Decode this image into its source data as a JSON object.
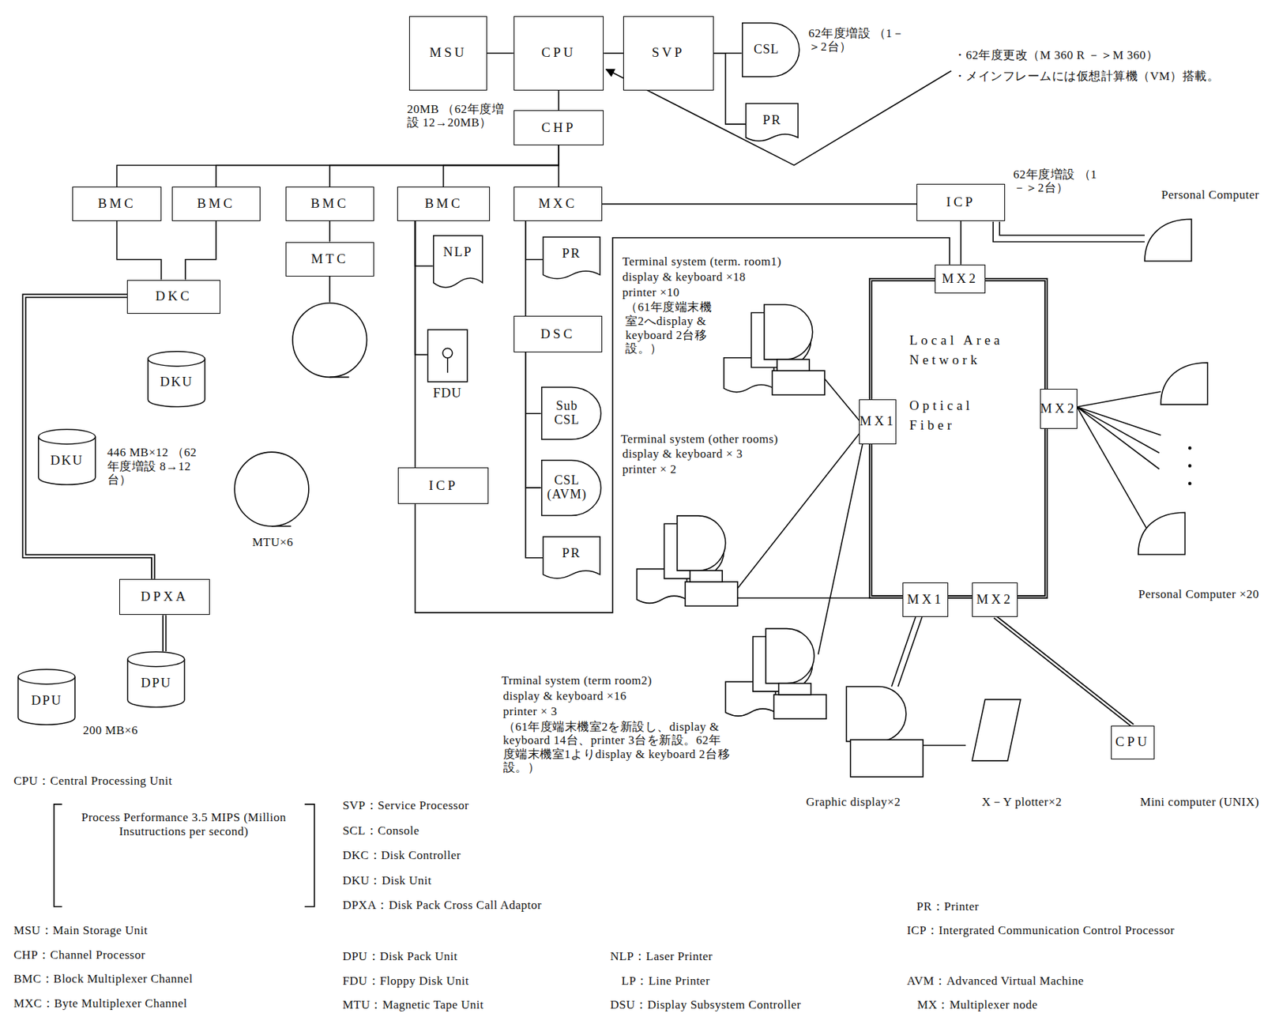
{
  "diagram": {
    "nodes": [
      {
        "text": [
          "MSU"
        ]
      },
      {
        "text": [
          "CPU"
        ]
      },
      {
        "text": [
          "SVP"
        ]
      },
      {
        "text": [
          "CSL"
        ]
      },
      {
        "text": [
          "PR"
        ]
      },
      {
        "text": [
          "CHP"
        ]
      },
      {
        "text": [
          "BMC"
        ]
      },
      {
        "text": [
          "BMC"
        ]
      },
      {
        "text": [
          "BMC"
        ]
      },
      {
        "text": [
          "BMC"
        ]
      },
      {
        "text": [
          "MXC"
        ]
      },
      {
        "text": [
          "ICP"
        ]
      },
      {
        "text": [
          "MTC"
        ]
      },
      {
        "text": [
          "DKC"
        ]
      },
      {
        "text": [
          "DKU"
        ]
      },
      {
        "text": [
          "NLP"
        ]
      },
      {
        "text": [
          "PR"
        ]
      },
      {
        "text": [
          "DSC"
        ]
      },
      {
        "text": [
          "FDU"
        ]
      },
      {
        "text": [
          "Sub CSL"
        ]
      },
      {
        "text": [
          "DKU"
        ]
      },
      {
        "text": [
          "CSL (AVM)"
        ]
      },
      {
        "text": [
          "ICP"
        ]
      },
      {
        "text": [
          "PR"
        ]
      },
      {
        "text": [
          "DPXA"
        ]
      },
      {
        "text": [
          "DPU"
        ]
      },
      {
        "text": [
          "DPU"
        ]
      },
      {
        "text": [
          "Local Area Network",
          "Optical Fiber"
        ]
      },
      {
        "text": [
          "MX2"
        ]
      },
      {
        "text": [
          "MX1"
        ]
      },
      {
        "text": [
          "MX2"
        ]
      },
      {
        "text": [
          "MX1"
        ]
      },
      {
        "text": [
          "MX2"
        ]
      },
      {
        "text": [
          "CPU"
        ]
      }
    ],
    "edges": [
      {
        "from": 0,
        "to": 1,
        "arrow": "none"
      },
      {
        "from": 1,
        "to": 2,
        "arrow": "none"
      },
      {
        "from": 2,
        "to": 3,
        "arrow": "none"
      },
      {
        "from": 2,
        "to": 4,
        "arrow": "none"
      },
      {
        "from": 1,
        "to": 5,
        "arrow": "none"
      },
      {
        "from": 5,
        "to": 6,
        "arrow": "none"
      },
      {
        "from": 5,
        "to": 7,
        "arrow": "none"
      },
      {
        "from": 5,
        "to": 8,
        "arrow": "none"
      },
      {
        "from": 5,
        "to": 9,
        "arrow": "none"
      },
      {
        "from": 5,
        "to": 10,
        "arrow": "none"
      },
      {
        "from": 10,
        "to": 11,
        "arrow": "none"
      },
      {
        "from": 11,
        "to": 28,
        "arrow": "none"
      },
      {
        "from": 6,
        "to": 13,
        "arrow": "none"
      },
      {
        "from": 7,
        "to": 13,
        "arrow": "none"
      },
      {
        "from": 8,
        "to": 12,
        "arrow": "none"
      },
      {
        "from": 9,
        "to": 15,
        "arrow": "none"
      },
      {
        "from": 9,
        "to": 18,
        "arrow": "none"
      },
      {
        "from": 9,
        "to": 22,
        "arrow": "none"
      },
      {
        "from": 22,
        "to": 28,
        "arrow": "none"
      },
      {
        "from": 10,
        "to": 16,
        "arrow": "none"
      },
      {
        "from": 10,
        "to": 17,
        "arrow": "none"
      },
      {
        "from": 17,
        "to": 19,
        "arrow": "none"
      },
      {
        "from": 17,
        "to": 21,
        "arrow": "none"
      },
      {
        "from": 17,
        "to": 23,
        "arrow": "none"
      },
      {
        "from": 13,
        "to": 24,
        "arrow": "none"
      },
      {
        "from": 24,
        "to": 25,
        "arrow": "none"
      },
      {
        "from": 32,
        "to": 33,
        "arrow": "none"
      }
    ],
    "labels": [
      "62年度増設 （1－＞2台）",
      "・62年度更改（M 360 R －＞M 360）",
      "・メインフレームには仮想計算機（VM）搭載。",
      "20MB （62年度増設 12→20MB）",
      "62年度増設 （1－＞2台）",
      "Personal Computer",
      "Terminal system (term. room1)",
      "display & keyboard ×18",
      "printer ×10",
      "（61年度端末機室2へdisplay & keyboard 2台移設。）",
      "Terminal system (other rooms)",
      "display & keyboard × 3",
      "printer × 2",
      "Trminal system (term room2)",
      "display & keyboard ×16",
      "printer × 3",
      "（61年度端末機室2を新設し、display & keyboard 14台、printer 3台を新設。62年度端末機室1よりdisplay & keyboard 2台移設。）",
      "446 MB×12 （62年度増設 8→12台）",
      "MTU×6",
      "200 MB×6",
      "Personal Computer ×20",
      "Graphic display×2",
      "X－Y plotter×2",
      "Mini computer (UNIX)",
      "CPU：Central Processing Unit",
      "Process Performance 3.5 MIPS (Million Insutructions per second)",
      "MSU：Main Storage Unit",
      "CHP：Channel Processor",
      "BMC：Block Multiplexer Channel",
      "MXC：Byte Multiplexer Channel",
      "SVP：Service Processor",
      "SCL：Console",
      "DKC：Disk Controller",
      "DKU：Disk Unit",
      "DPXA：Disk Pack Cross Call Adaptor",
      "DPU：Disk Pack Unit",
      "FDU：Floppy Disk Unit",
      "MTU：Magnetic Tape Unit",
      "NLP：Laser Printer",
      "LP：Line Printer",
      "DSU：Display Subsystem Controller",
      "PR：Printer",
      "ICP：Intergrated Communication Control Processor",
      "AVM：Advanced Virtual Machine",
      "MX：Multiplexer node"
    ]
  }
}
